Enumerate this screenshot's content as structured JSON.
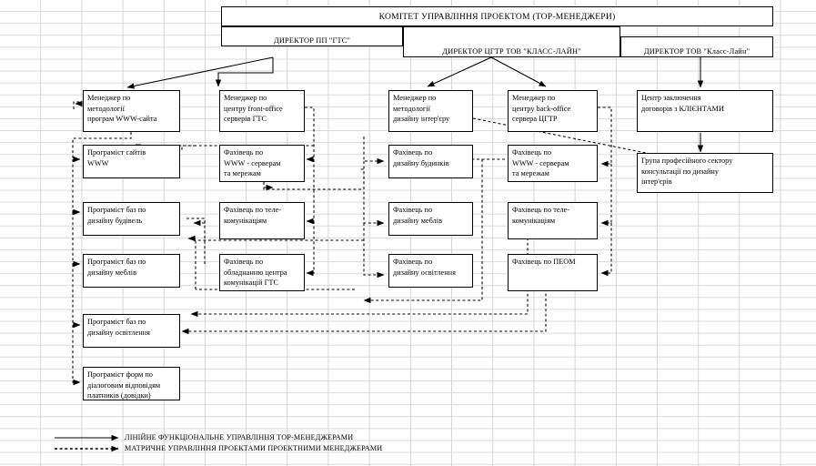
{
  "title": "КОМІТЕТ УПРАВЛІННЯ ПРОЕКТОМ (ТОР-МЕНЕДЖЕРИ)",
  "directors": [
    {
      "label": "ДИРЕКТОР ПП \"ГТС\""
    },
    {
      "label": "ДИРЕКТОР ЦГТР ТОВ \"КЛАСС-ЛАЙН\""
    },
    {
      "label": "ДИРЕКТОР ТОВ \"Класс-Лайн\""
    }
  ],
  "columns": [
    {
      "name": "column-1",
      "boxes": [
        {
          "lines": [
            "Менеджер по",
            "методології",
            "програм WWW-сайта"
          ]
        },
        {
          "lines": [
            "Програміст сайтів",
            "WWW"
          ]
        },
        {
          "lines": [
            "Програміст баз по",
            "дизайну будівель"
          ]
        },
        {
          "lines": [
            "Програміст баз по",
            "дизайну меблів"
          ]
        },
        {
          "lines": [
            "Програміст баз по",
            "дизайну освітлення"
          ]
        },
        {
          "lines": [
            "Програміст форм по",
            "діалоговим відповідям",
            "платників (довідки)"
          ]
        }
      ]
    },
    {
      "name": "column-2",
      "boxes": [
        {
          "lines": [
            "Менеджер по",
            "центру front-office",
            "серверів ГТС"
          ]
        },
        {
          "lines": [
            "Фахівець по",
            "WWW - серверам",
            "та мережам"
          ]
        },
        {
          "lines": [
            "Фахівець по теле-",
            "комунікаціям"
          ]
        },
        {
          "lines": [
            "Фахівець по",
            "обладнанню центра",
            "комунікацій ГТС"
          ]
        }
      ]
    },
    {
      "name": "column-3",
      "boxes": [
        {
          "lines": [
            "Менеджер по",
            "методології",
            "дизайну інтер'єру"
          ]
        },
        {
          "lines": [
            "Фахівець по",
            "дизайну будинків"
          ]
        },
        {
          "lines": [
            "Фахівець по",
            "дизайну меблів"
          ]
        },
        {
          "lines": [
            "Фахівець по",
            "дизайну освітлення"
          ]
        }
      ]
    },
    {
      "name": "column-4",
      "boxes": [
        {
          "lines": [
            "Менеджер по",
            "центру back-office",
            "сервера ЦГТР"
          ]
        },
        {
          "lines": [
            "Фахівець по",
            "WWW - серверам",
            "та мережам"
          ]
        },
        {
          "lines": [
            "Фахівець по теле-",
            "комунікаціям"
          ]
        },
        {
          "lines": [
            "Фахівець по ПЕОМ"
          ]
        }
      ]
    },
    {
      "name": "column-5",
      "boxes": [
        {
          "lines": [
            "Центр заключення",
            "договорів з КЛІЄНТАМИ"
          ]
        },
        {
          "lines": [
            "Група професійного сектору",
            "консультації по дизайну",
            "інтер'єрів"
          ]
        }
      ]
    }
  ],
  "legend": [
    {
      "style": "solid",
      "text": "ЛІНІЙНЕ ФУНКЦІОНАЛЬНЕ УПРАВЛІННЯ ТОР-МЕНЕДЖЕРАМИ"
    },
    {
      "style": "dashed",
      "text": "МАТРИЧНЕ УПРАВЛІННЯ ПРОЕКТАМИ ПРОЕКТНИМИ МЕНЕДЖЕРАМИ"
    }
  ],
  "colors": {
    "line": "#000000",
    "box_border": "#000000",
    "grid": "#d4d4d4",
    "background": "#ffffff"
  }
}
